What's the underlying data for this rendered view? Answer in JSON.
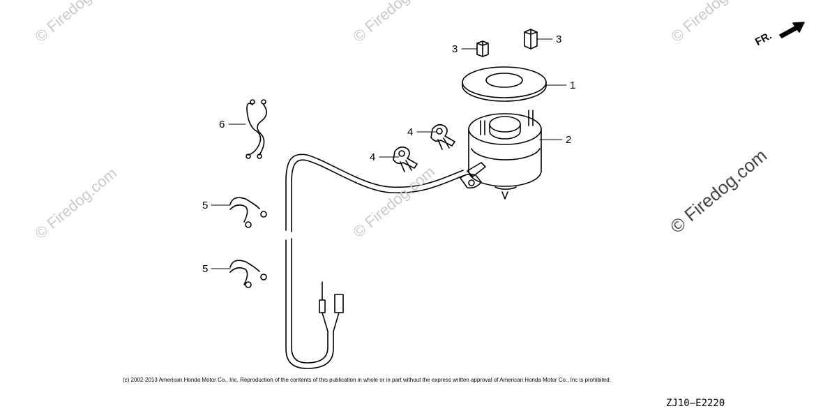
{
  "watermarks": {
    "tl": "© Firedog.com",
    "tm": "© Firedog.com",
    "tr": "© Firedog.com",
    "ml": "© Firedog.com",
    "mm": "© Firedog.com",
    "main": "© Firedog.com"
  },
  "orientation_label": "FR.",
  "callouts": {
    "c1": "1",
    "c2": "2",
    "c3a": "3",
    "c3b": "3",
    "c4a": "4",
    "c4b": "4",
    "c5a": "5",
    "c5b": "5",
    "c6": "6"
  },
  "copyright": "(c) 2002-2013 American Honda Motor Co., Inc. Reproduction of the contents of this publication in whole or in part without the express written approval of American Honda Motor Co., Inc is prohibited.",
  "diagram_code": "ZJ10—E2220"
}
